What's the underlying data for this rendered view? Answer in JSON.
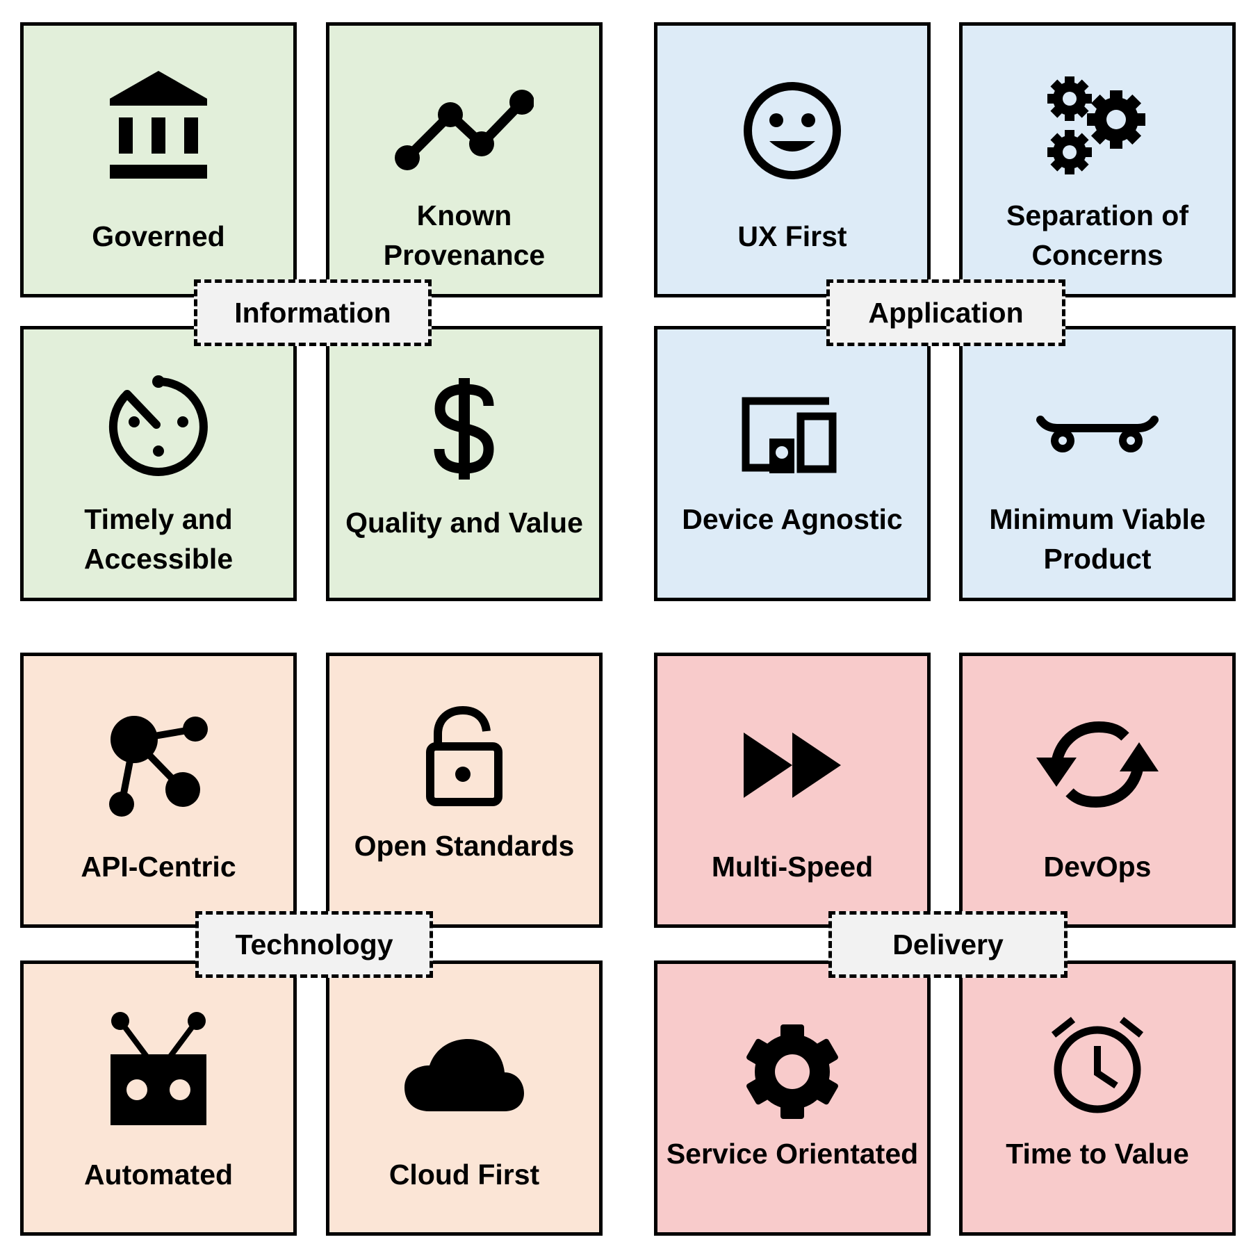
{
  "groups": [
    {
      "name": "Information",
      "color": "#e2efda",
      "tiles": [
        {
          "label": "Governed",
          "icon": "bank-icon"
        },
        {
          "label": "Known Provenance",
          "icon": "line-chart-icon"
        },
        {
          "label": "Timely and Accessible",
          "icon": "dial-clock-icon"
        },
        {
          "label": "Quality and Value",
          "icon": "dollar-icon"
        }
      ]
    },
    {
      "name": "Application",
      "color": "#ddebf7",
      "tiles": [
        {
          "label": "UX First",
          "icon": "smiley-icon"
        },
        {
          "label": "Separation of Concerns",
          "icon": "gears-icon"
        },
        {
          "label": "Device Agnostic",
          "icon": "devices-icon"
        },
        {
          "label": "Minimum Viable Product",
          "icon": "skateboard-icon"
        }
      ]
    },
    {
      "name": "Technology",
      "color": "#fbe5d6",
      "tiles": [
        {
          "label": "API-Centric",
          "icon": "network-icon"
        },
        {
          "label": "Open Standards",
          "icon": "unlocked-padlock-icon"
        },
        {
          "label": "Automated",
          "icon": "robot-icon"
        },
        {
          "label": "Cloud First",
          "icon": "cloud-icon"
        }
      ]
    },
    {
      "name": "Delivery",
      "color": "#f8cbcb",
      "tiles": [
        {
          "label": "Multi-Speed",
          "icon": "fast-forward-icon"
        },
        {
          "label": "DevOps",
          "icon": "sync-arrows-icon"
        },
        {
          "label": "Service Orientated",
          "icon": "gear-icon"
        },
        {
          "label": "Time to Value",
          "icon": "alarm-clock-icon"
        }
      ]
    }
  ]
}
